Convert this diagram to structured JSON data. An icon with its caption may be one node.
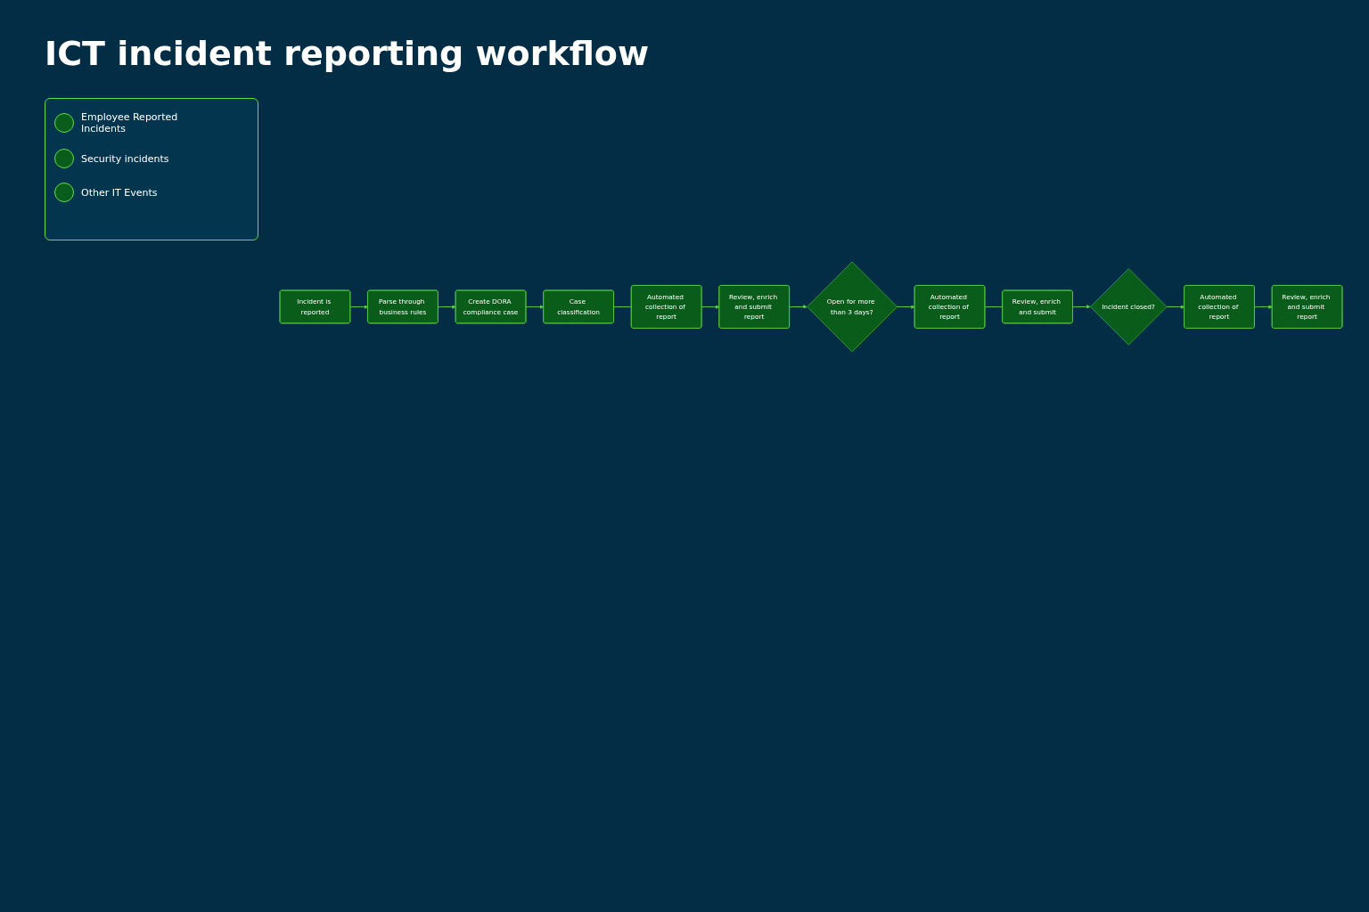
{
  "diagram": {
    "title": "ICT incident reporting workflow",
    "nodes": [
      {
        "text": [
          "Incident is reported"
        ]
      },
      {
        "text": [
          "Parse through business rules"
        ]
      },
      {
        "text": [
          "Create DORA compliance case"
        ]
      },
      {
        "text": [
          "Case classification"
        ]
      },
      {
        "text": [
          "Automated collection of report"
        ]
      },
      {
        "text": [
          "Review, enrich and submit report"
        ]
      },
      {
        "text": [
          "Open for more than 3 days?"
        ]
      },
      {
        "text": [
          "Automated collection of report"
        ]
      },
      {
        "text": [
          "Review, enrich and submit"
        ]
      },
      {
        "text": [
          "Incident closed?"
        ]
      },
      {
        "text": [
          "Automated collection of report"
        ]
      },
      {
        "text": [
          "Review, enrich and submit report"
        ]
      }
    ],
    "edges": [
      {
        "from": 0,
        "to": 1,
        "arrow": "to"
      },
      {
        "from": 1,
        "to": 2,
        "arrow": "to"
      },
      {
        "from": 2,
        "to": 3,
        "arrow": "to"
      },
      {
        "from": 3,
        "to": 4,
        "arrow": "none"
      },
      {
        "from": 4,
        "to": 5,
        "arrow": "to"
      },
      {
        "from": 5,
        "to": 6,
        "arrow": "to"
      },
      {
        "from": 6,
        "to": 7,
        "arrow": "to"
      },
      {
        "from": 7,
        "to": 8,
        "arrow": "none"
      },
      {
        "from": 8,
        "to": 9,
        "arrow": "to"
      },
      {
        "from": 9,
        "to": 10,
        "arrow": "to"
      },
      {
        "from": 10,
        "to": 11,
        "arrow": "to"
      }
    ],
    "legend": [
      {
        "text": "Employee Reported Incidents"
      },
      {
        "text": "Security incidents"
      },
      {
        "text": "Other IT Events"
      }
    ]
  }
}
